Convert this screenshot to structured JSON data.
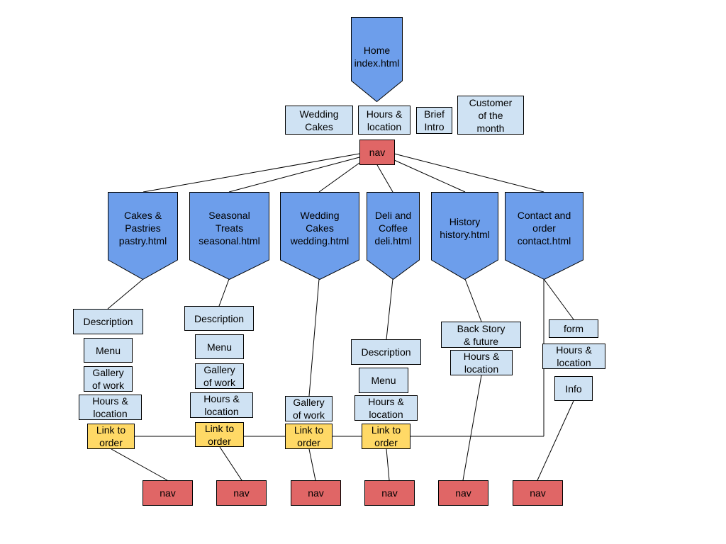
{
  "home": {
    "label": "Home\nindex.html"
  },
  "home_sections": [
    {
      "label": "Wedding\nCakes"
    },
    {
      "label": "Hours &\nlocation"
    },
    {
      "label": "Brief\nIntro"
    },
    {
      "label": "Customer\nof the\nmonth"
    }
  ],
  "nav_label": "nav",
  "pages": [
    {
      "label": "Cakes &\nPastries\npastry.html",
      "sections": [
        "Description",
        "Menu",
        "Gallery\nof work",
        "Hours &\nlocation"
      ],
      "link": "Link to\norder"
    },
    {
      "label": "Seasonal\nTreats\nseasonal.html",
      "sections": [
        "Description",
        "Menu",
        "Gallery\nof work",
        "Hours &\nlocation"
      ],
      "link": "Link to\norder"
    },
    {
      "label": "Wedding\nCakes\nwedding.html",
      "sections": [
        "Gallery\nof work"
      ],
      "link": "Link to\norder"
    },
    {
      "label": "Deli and\nCoffee\ndeli.html",
      "sections": [
        "Description",
        "Menu",
        "Hours &\nlocation"
      ],
      "link": "Link to\norder"
    },
    {
      "label": "History\nhistory.html",
      "sections": [
        "Back Story\n& future",
        "Hours &\nlocation"
      ]
    },
    {
      "label": "Contact and\norder\ncontact.html",
      "sections": [
        "form",
        "Hours &\nlocation",
        "Info"
      ]
    }
  ],
  "colors": {
    "page_fill": "#6d9eeb",
    "section_fill": "#cfe2f3",
    "nav_fill": "#e06666",
    "link_fill": "#ffd966",
    "line": "#000000"
  }
}
